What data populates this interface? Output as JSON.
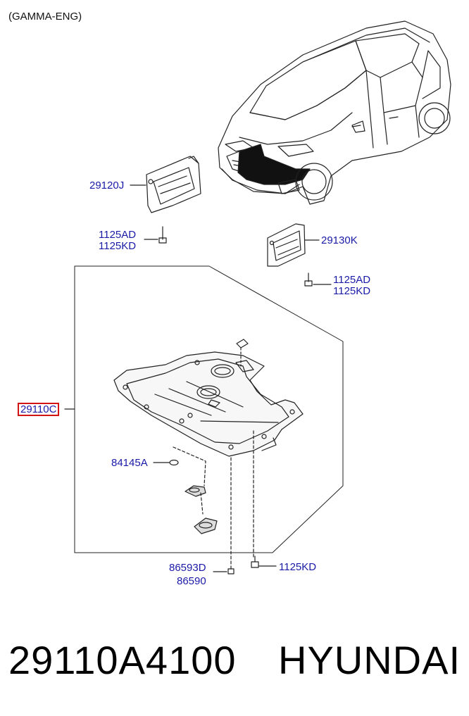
{
  "header": {
    "engine_variant": "(GAMMA-ENG)"
  },
  "callouts": {
    "side_cover_left": "29120J",
    "bolt_left_1": "1125AD",
    "bolt_left_2": "1125KD",
    "side_cover_right": "29130K",
    "bolt_right_1": "1125AD",
    "bolt_right_2": "1125KD",
    "under_cover": "29110C",
    "plug": "84145A",
    "clip_1": "86593D",
    "clip_2": "86590",
    "bolt_bottom": "1125KD"
  },
  "highlight_color": "#d21414",
  "callout_color": "#1a1aa8",
  "footer": {
    "part_number": "29110A4100",
    "brand": "HYUNDAI"
  }
}
